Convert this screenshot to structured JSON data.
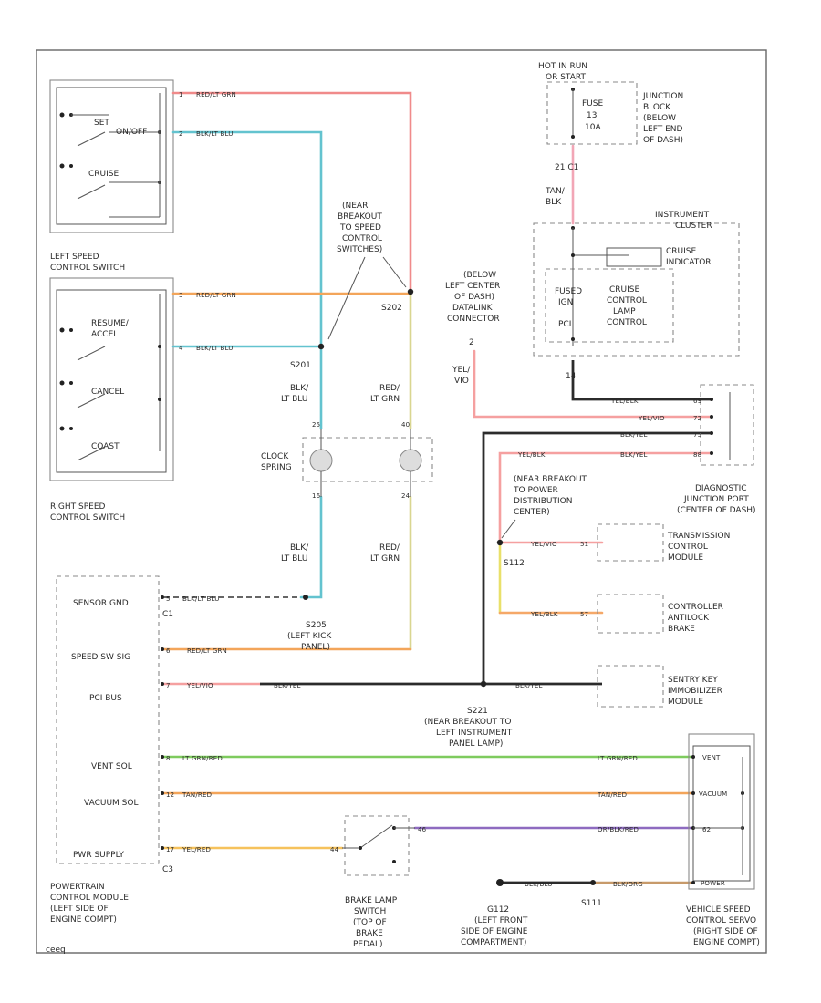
{
  "colors": {
    "red_gry": "#f08a8a",
    "blk_lt_blu": "#63c3cf",
    "red_lt_grn": "#d9d690",
    "yel_blk": "#f5a0a0",
    "lt_grn_red": "#7ecb5e",
    "tan_red": "#f3a55a",
    "yel_red": "#f6c25c",
    "or_blk": "#8e6bc0",
    "blk_org": "#c79a6a",
    "black": "#2b2b2b",
    "tan_blk": "#f2a6b6",
    "yel_org": "#f5a868",
    "yel_wt": "#e9e06a"
  },
  "labels": {
    "hot_in_run": "HOT IN RUN",
    "hot_in_run2": "OR START",
    "fuse": "FUSE",
    "fuse_num": "13",
    "fuse_amp": "10A",
    "jb1": "JUNCTION",
    "jb2": "BLOCK",
    "jb3": "(BELOW",
    "jb4": "LEFT END",
    "jb5": "OF DASH)",
    "c1_top": "21   C1",
    "tan_blk1": "TAN/",
    "tan_blk2": "BLK",
    "ic1": "INSTRUMENT",
    "ic2": "CLUSTER",
    "cruise_ind1": "CRUISE",
    "cruise_ind2": "INDICATOR",
    "fused_ign1": "FUSED",
    "fused_ign2": "IGN",
    "pci": "PCI",
    "lamp1": "CRUISE",
    "lamp2": "CONTROL",
    "lamp3": "LAMP",
    "lamp4": "CONTROL",
    "pin14": "14",
    "below1": "(BELOW",
    "below2": "LEFT CENTER",
    "below3": "OF DASH)",
    "below4": "DATALINK",
    "below5": "CONNECTOR",
    "pin2": "2",
    "yel_vio1": "YEL/",
    "yel_vio2": "VIO",
    "left_switch1": "LEFT SPEED",
    "left_switch2": "CONTROL SWITCH",
    "right_switch1": "RIGHT SPEED",
    "right_switch2": "CONTROL SWITCH",
    "set": "SET",
    "coast_on": "ON/OFF",
    "coast2": "CRUISE",
    "resume": "RESUME/",
    "accel": "ACCEL",
    "cancel": "CANCEL",
    "coast": "COAST",
    "near_breakout1": "(NEAR",
    "near_breakout2": "BREAKOUT",
    "near_breakout3": "TO SPEED",
    "near_breakout4": "CONTROL",
    "near_breakout5": "SWITCHES)",
    "s202": "S202",
    "s201": "S201",
    "blk_lt_blu1": "BLK/",
    "blk_lt_blu2": "LT BLU",
    "red_lt_grn1": "RED/",
    "red_lt_grn2": "LT GRN",
    "clock1": "CLOCK",
    "clock2": "SPRING",
    "sensor_gnd": "SENSOR GND",
    "speed_sw_sig": "SPEED SW SIG",
    "pci_bus": "PCI BUS",
    "vent_sol": "VENT SOL",
    "vacuum_sol": "VACUUM SOL",
    "pwr_supply": "PWR SUPPLY",
    "c1_pcm": "C1",
    "c3_pcm": "C3",
    "s205_1": "S205",
    "s205_2": "(LEFT KICK",
    "s205_3": "PANEL)",
    "pcm1": "POWERTRAIN",
    "pcm2": "CONTROL MODULE",
    "pcm3": "(LEFT SIDE OF",
    "pcm4": "ENGINE COMPT)",
    "brake1": "BRAKE LAMP",
    "brake2": "SWITCH",
    "brake3": "(TOP OF",
    "brake4": "BRAKE",
    "brake5": "PEDAL)",
    "g112_1": "G112",
    "g112_2": "(LEFT FRONT",
    "g112_3": "SIDE OF ENGINE",
    "g112_4": "COMPARTMENT)",
    "s111": "S111",
    "servo1": "VEHICLE SPEED",
    "servo2": "CONTROL SERVO",
    "servo3": "(RIGHT SIDE OF",
    "servo4": "ENGINE COMPT)",
    "djp1": "DIAGNOSTIC",
    "djp2": "JUNCTION PORT",
    "djp3": "(CENTER OF DASH)",
    "tcm1": "TRANSMISSION",
    "tcm2": "CONTROL",
    "tcm3": "MODULE",
    "abs1": "CONTROLLER",
    "abs2": "ANTILOCK",
    "abs3": "BRAKE",
    "skim1": "SENTRY KEY",
    "skim2": "IMMOBILIZER",
    "skim3": "MODULE",
    "near_pd1": "(NEAR BREAKOUT",
    "near_pd2": "TO POWER",
    "near_pd3": "DISTRIBUTION",
    "near_pd4": "CENTER)",
    "s112": "S112",
    "s221_1": "S221",
    "s221_2": "(NEAR BREAKOUT TO",
    "s221_3": "LEFT INSTRUMENT",
    "s221_4": "PANEL LAMP)",
    "vent": "VENT",
    "vacuum": "VACUUM",
    "power": "POWER",
    "footer": "ceeq"
  },
  "wire_labels": {
    "red_gry": "RED/LT GRN",
    "blk_lt_blu": "BLK/LT BLU",
    "yel_vio": "YEL/VIO",
    "yel_red": "YEL/RED",
    "blk_yel": "BLK/YEL",
    "yel_blk": "YEL/BLK",
    "lt_grn_red": "LT GRN/RED",
    "tan_red": "TAN/RED",
    "or_blk": "OR/BLK/RED",
    "blk_org": "BLK/ORG",
    "blk": "BLK/BLU"
  },
  "pins": {
    "p1": "1",
    "p2": "2",
    "p3": "3",
    "p4": "4",
    "p5": "5",
    "p6": "6",
    "p7": "7",
    "p8": "8",
    "p12": "12",
    "p17": "17",
    "p16": "16",
    "p24": "24",
    "p25": "25",
    "p40": "40",
    "p44": "44",
    "p46": "46",
    "p51": "51",
    "p57": "57",
    "p62": "62",
    "p69": "69",
    "p72": "72",
    "p75": "75",
    "p88": "88"
  }
}
